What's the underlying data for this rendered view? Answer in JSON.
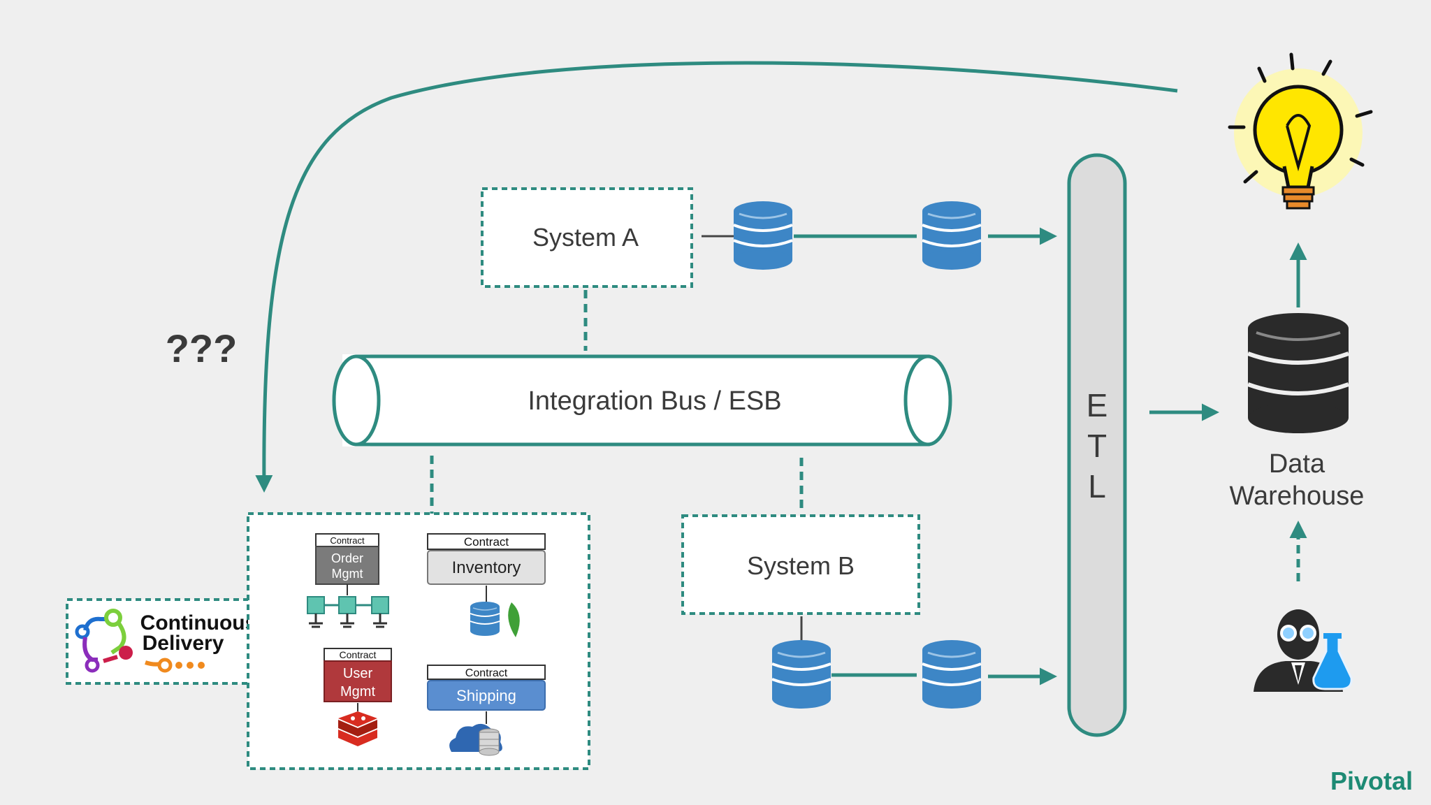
{
  "colors": {
    "accent": "#2e8b80",
    "background": "#efefef",
    "db_blue": "#3d86c6",
    "dw_black": "#2a2a2a",
    "dashed_border": "#2e8b80"
  },
  "nodes": {
    "system_a": "System A",
    "system_b": "System B",
    "bus": "Integration Bus / ESB",
    "etl": [
      "E",
      "T",
      "L"
    ],
    "data_warehouse_line1": "Data",
    "data_warehouse_line2": "Warehouse",
    "question": "???"
  },
  "continuous_delivery": {
    "line1": "Continuous",
    "line2": "Delivery"
  },
  "services": {
    "order": {
      "contract": "Contract",
      "line1": "Order",
      "line2": "Mgmt"
    },
    "inventory": {
      "contract": "Contract",
      "name": "Inventory"
    },
    "user": {
      "contract": "Contract",
      "line1": "User",
      "line2": "Mgmt"
    },
    "shipping": {
      "contract": "Contract",
      "name": "Shipping"
    }
  },
  "icons": {
    "database": "database-icon",
    "bulb": "lightbulb-icon",
    "scientist": "data-scientist-icon",
    "network": "network-nodes-icon",
    "mongo": "mongodb-leaf-icon",
    "redis": "redis-icon",
    "cloud": "cloud-database-icon"
  },
  "brand": "Pivotal"
}
